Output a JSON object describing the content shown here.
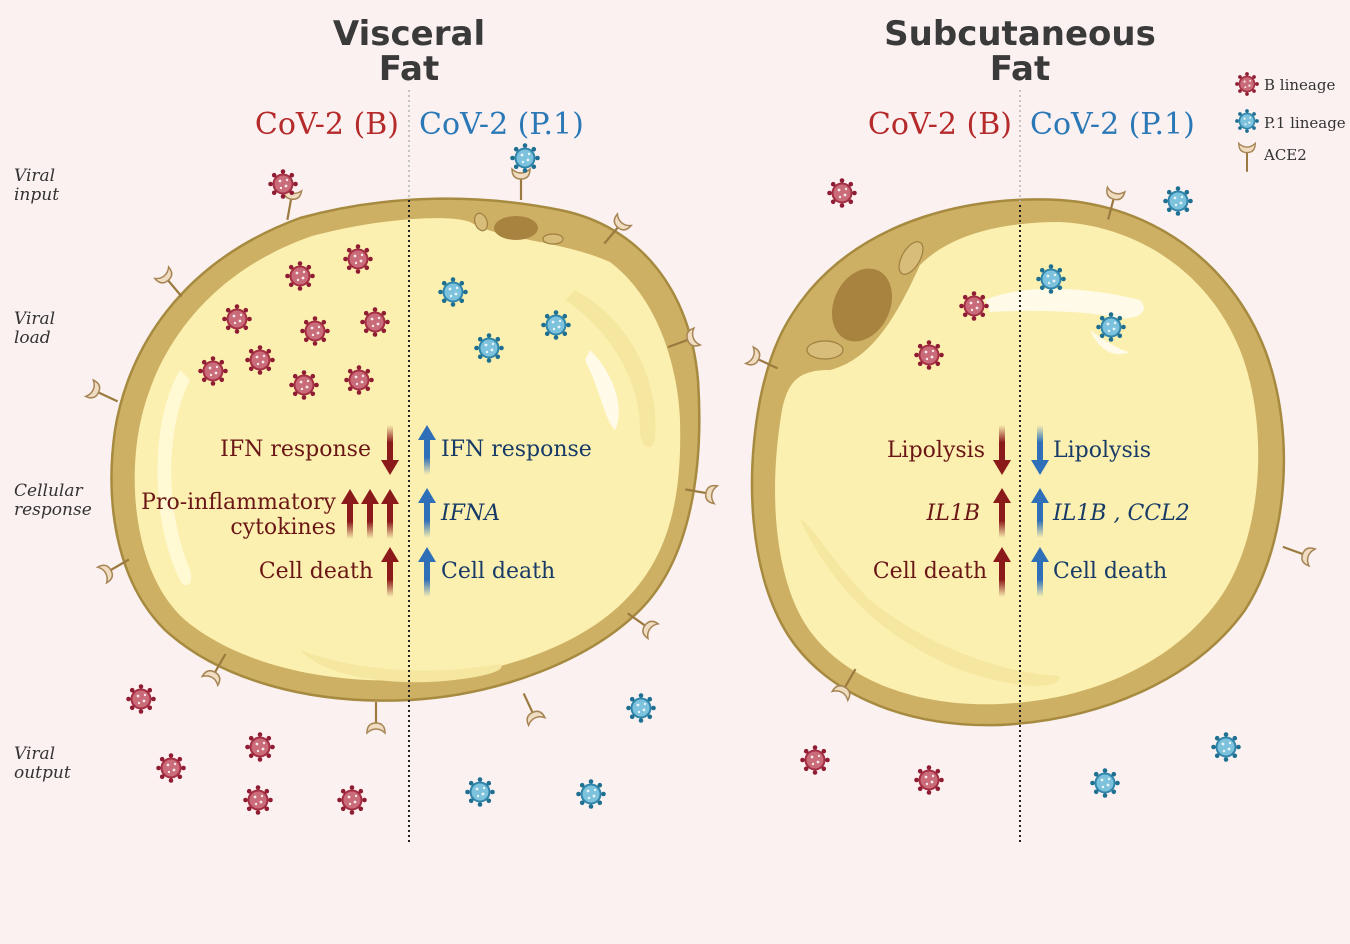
{
  "panels": {
    "visceral": {
      "title_line1": "Visceral",
      "title_line2": "Fat",
      "strain_b": "CoV-2 (B)",
      "strain_p": "CoV-2 (P.1)",
      "b_responses": {
        "ifn": "IFN response",
        "proinflam_line1": "Pro-inflammatory",
        "proinflam_line2": "cytokines",
        "cell_death": "Cell death"
      },
      "p_responses": {
        "ifn": "IFN response",
        "ifna": "IFNA",
        "cell_death": "Cell death"
      }
    },
    "subcutaneous": {
      "title_line1": "Subcutaneous",
      "title_line2": "Fat",
      "strain_b": "CoV-2 (B)",
      "strain_p": "CoV-2 (P.1)",
      "b_responses": {
        "lipolysis": "Lipolysis",
        "il1b": "IL1B",
        "cell_death": "Cell death"
      },
      "p_responses": {
        "lipolysis": "Lipolysis",
        "il1b_ccl2": "IL1B , CCL2",
        "cell_death": "Cell death"
      }
    }
  },
  "row_labels": {
    "viral_input": [
      "Viral",
      "input"
    ],
    "viral_load": [
      "Viral",
      "load"
    ],
    "cellular_response": [
      "Cellular",
      "response"
    ],
    "viral_output": [
      "Viral",
      "output"
    ]
  },
  "legend": {
    "b_lineage": "B lineage",
    "p1_lineage": "P.1 lineage",
    "ace2": "ACE2"
  },
  "colors": {
    "b_virus": "#b23a4a",
    "p1_virus": "#3f9bbf",
    "cell_fill": "#fbf0b0",
    "membrane": "#cdb064",
    "arrow_b": "#8b1a1a",
    "arrow_p": "#2f6fb8"
  }
}
